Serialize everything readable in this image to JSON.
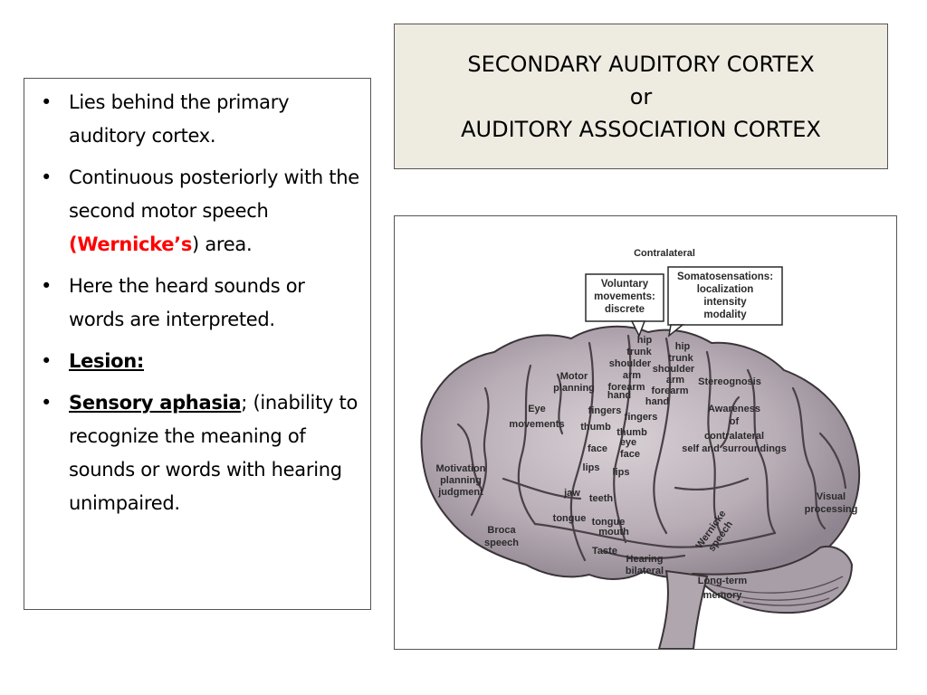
{
  "title": {
    "line1": "SECONDARY AUDITORY CORTEX",
    "line2": "or",
    "line3": "AUDITORY ASSOCIATION CORTEX"
  },
  "bullets": {
    "b1": "Lies behind the primary auditory cortex.",
    "b2_pre": "Continuous posteriorly with the second motor speech ",
    "b2_red_open": "(",
    "b2_red": "Wernicke’s",
    "b2_close": ")",
    "b2_post": " area.",
    "b3": "Here the heard sounds or words are interpreted.",
    "b4": "Lesion:",
    "b5_term": "Sensory aphasia",
    "b5_rest": "; (inability to recognize the meaning of sounds or words with hearing unimpaired."
  },
  "figure": {
    "top_label": "Contralateral",
    "callout_left": [
      "Voluntary",
      "movements:",
      "discrete"
    ],
    "callout_right": [
      "Somatosensations:",
      "localization",
      "intensity",
      "modality"
    ],
    "motor_strip": [
      "hip",
      "trunk",
      "shoulder",
      "arm",
      "forearm",
      "hand",
      "fingers",
      "thumb",
      "face",
      "lips",
      "jaw",
      "tongue"
    ],
    "sensory_strip": [
      "hip",
      "trunk",
      "shoulder",
      "arm",
      "forearm",
      "hand",
      "fingers",
      "thumb",
      "eye",
      "face",
      "lips",
      "teeth",
      "tongue",
      "mouth",
      "Taste"
    ],
    "regions": {
      "motor_planning": [
        "Motor",
        "planning"
      ],
      "eye_movements": [
        "Eye",
        "movements"
      ],
      "motivation": [
        "Motivation",
        "planning",
        "judgment"
      ],
      "broca": [
        "Broca",
        "speech"
      ],
      "stereognosis": "Stereognosis",
      "awareness": [
        "Awareness",
        "of",
        "contralateral",
        "self and surroundings"
      ],
      "visual": [
        "Visual",
        "processing"
      ],
      "wernicke": [
        "Wernicke",
        "speech"
      ],
      "hearing": [
        "Hearing",
        "bilateral"
      ],
      "memory": [
        "Long-term",
        "memory"
      ]
    }
  }
}
